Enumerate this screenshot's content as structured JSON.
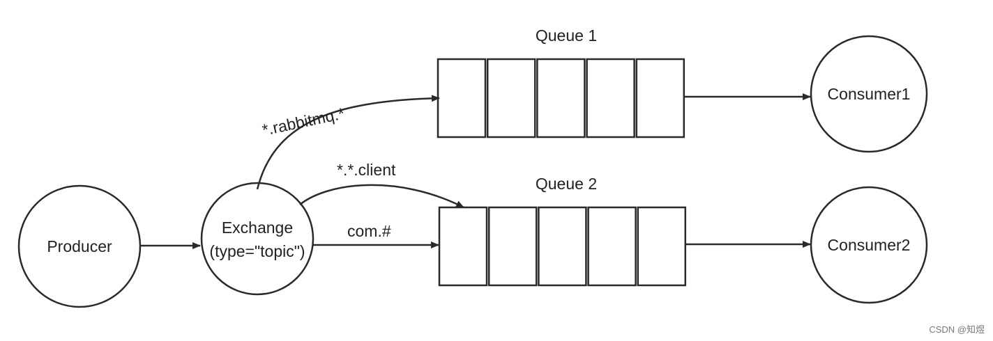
{
  "nodes": {
    "producer": {
      "label": "Producer"
    },
    "exchange": {
      "line1": "Exchange",
      "line2": "(type=\"topic\")"
    },
    "consumer1": {
      "label": "Consumer1"
    },
    "consumer2": {
      "label": "Consumer2"
    }
  },
  "queues": {
    "queue1": {
      "title": "Queue 1",
      "cells": 5
    },
    "queue2": {
      "title": "Queue 2",
      "cells": 5
    }
  },
  "bindings": {
    "rabbitmq": "*.rabbitmq.*",
    "client": "*.*.client",
    "com": "com.#"
  },
  "watermark": "CSDN @知煜"
}
